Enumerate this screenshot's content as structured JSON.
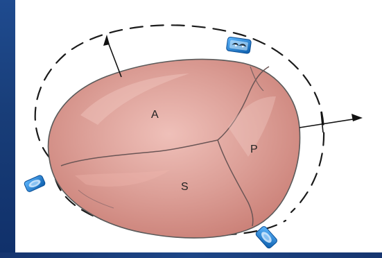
{
  "diagram": {
    "labels": {
      "a": "A",
      "s": "S",
      "p": "P"
    },
    "colors": {
      "background": "#ffffff",
      "tissue": "#d8928a",
      "tissue_light": "#e8b0a8",
      "outline": "#4f4f4f",
      "marker": "#0d63b3",
      "frame": "#12346f"
    },
    "icons": [
      "ultrasound-probe-icon",
      "transducer-icon",
      "transducer-icon"
    ]
  }
}
